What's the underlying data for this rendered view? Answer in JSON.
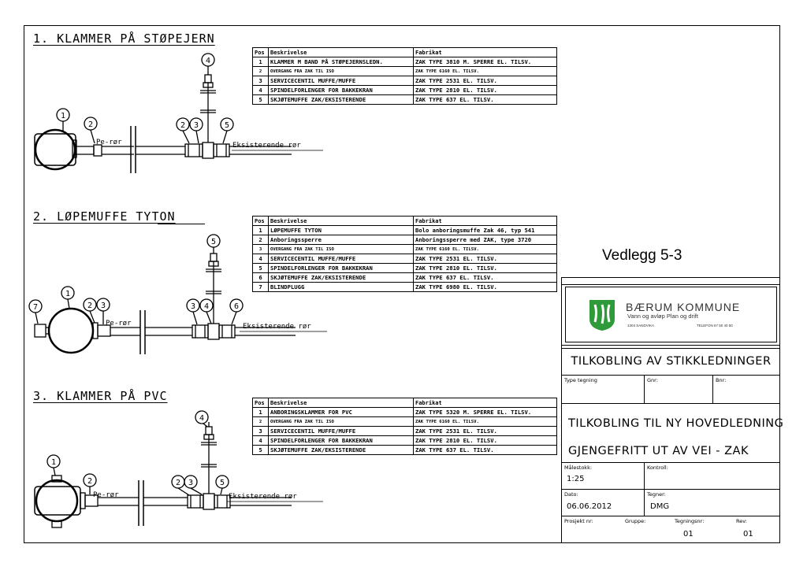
{
  "sections": [
    {
      "title": "1. KLAMMER PÅ STØPEJERN"
    },
    {
      "title": "2. LØPEMUFFE TYTON"
    },
    {
      "title": "3. KLAMMER PÅ PVC"
    }
  ],
  "tables": [
    {
      "headers": [
        "Pos",
        "Beskrivelse",
        "Fabrikat"
      ],
      "rows": [
        [
          "1",
          "KLAMMER M BAND PÅ STØPEJERNSLEDN.",
          "ZAK TYPE 3810 M. SPERRE EL. TILSV."
        ],
        [
          "2",
          "OVERGANG FRA ZAK TIL ISO",
          "ZAK TYPE 6160 EL. TILSV."
        ],
        [
          "3",
          "SERVICECENTIL MUFFE/MUFFE",
          "ZAK TYPE 2531 EL. TILSV."
        ],
        [
          "4",
          "SPINDELFORLENGER FOR BAKKEKRAN",
          "ZAK TYPE 2810 EL. TILSV."
        ],
        [
          "5",
          "SKJØTEMUFFE ZAK/EKSISTERENDE",
          "ZAK TYPE 637 EL. TILSV."
        ]
      ]
    },
    {
      "headers": [
        "Pos",
        "Beskrivelse",
        "Fabrikat"
      ],
      "rows": [
        [
          "1",
          "LØPEMUFFE TYTON",
          "Bolo anboringsmuffe Zak 46, typ 541"
        ],
        [
          "2",
          "Anboringssperre",
          "Anboringssperre med ZAK, type 3720"
        ],
        [
          "3",
          "OVERGANG FRA ZAK TIL ISO",
          "ZAK TYPE 6160 EL. TILSV."
        ],
        [
          "4",
          "SERVICECENTIL MUFFE/MUFFE",
          "ZAK TYPE 2531 EL. TILSV."
        ],
        [
          "5",
          "SPINDELFORLENGER FOR BAKKEKRAN",
          "ZAK TYPE 2810 EL. TILSV."
        ],
        [
          "6",
          "SKJØTEMUFFE ZAK/EKSISTERENDE",
          "ZAK TYPE 637 EL. TILSV."
        ],
        [
          "7",
          "BLINDPLUGG",
          "ZAK TYPE 6980 EL. TILSV."
        ]
      ]
    },
    {
      "headers": [
        "Pos",
        "Beskrivelse",
        "Fabrikat"
      ],
      "rows": [
        [
          "1",
          "ANBORINGSKLAMMER FOR PVC",
          "ZAK TYPE 5320 M. SPERRE EL. TILSV."
        ],
        [
          "2",
          "OVERGANG FRA ZAK TIL ISO",
          "ZAK TYPE 6160 EL. TILSV."
        ],
        [
          "3",
          "SERVICECENTIL MUFFE/MUFFE",
          "ZAK TYPE 2531 EL. TILSV."
        ],
        [
          "4",
          "SPINDELFORLENGER FOR BAKKEKRAN",
          "ZAK TYPE 2810 EL. TILSV."
        ],
        [
          "5",
          "SKJØTEMUFFE ZAK/EKSISTERENDE",
          "ZAK TYPE 637 EL. TILSV."
        ]
      ]
    }
  ],
  "drawing_labels": {
    "pe_ror": "Pe-rør",
    "existing_pipe": "Eksisterende rør",
    "n1": "1",
    "n2": "2",
    "n3": "3",
    "n4": "4",
    "n5": "5",
    "n6": "6",
    "n7": "7"
  },
  "appendix": "Vedlegg 5-3",
  "title_block": {
    "org_name": "BÆRUM KOMMUNE",
    "org_dept": "Vann og avløp Plan og drift",
    "org_address": "1304 SANDVIKA",
    "org_phone": "TELEFON 67 50 40 50",
    "drawing_title": "TILKOBLING AV STIKKLEDNINGER",
    "type_label": "Type tegning",
    "gnr_label": "Gnr:",
    "bnr_label": "Bnr:",
    "desc_line1": "TILKOBLING TIL NY HOVEDLEDNING",
    "desc_line2": "GJENGEFRITT UT AV VEI - ZAK",
    "scale_label": "Målestokk:",
    "scale_value": "1:25",
    "control_label": "Kontroll:",
    "date_label": "Dato:",
    "date_value": "06.06.2012",
    "drawer_label": "Tegner:",
    "drawer_value": "DMG",
    "project_label": "Prosjekt nr:",
    "group_label": "Gruppe:",
    "drawing_no_label": "Tegningsnr:",
    "drawing_no_value": "01",
    "rev_label": "Rev:",
    "rev_value": "01"
  },
  "colors": {
    "logo_green": "#2e9a3a",
    "line": "#000000"
  }
}
